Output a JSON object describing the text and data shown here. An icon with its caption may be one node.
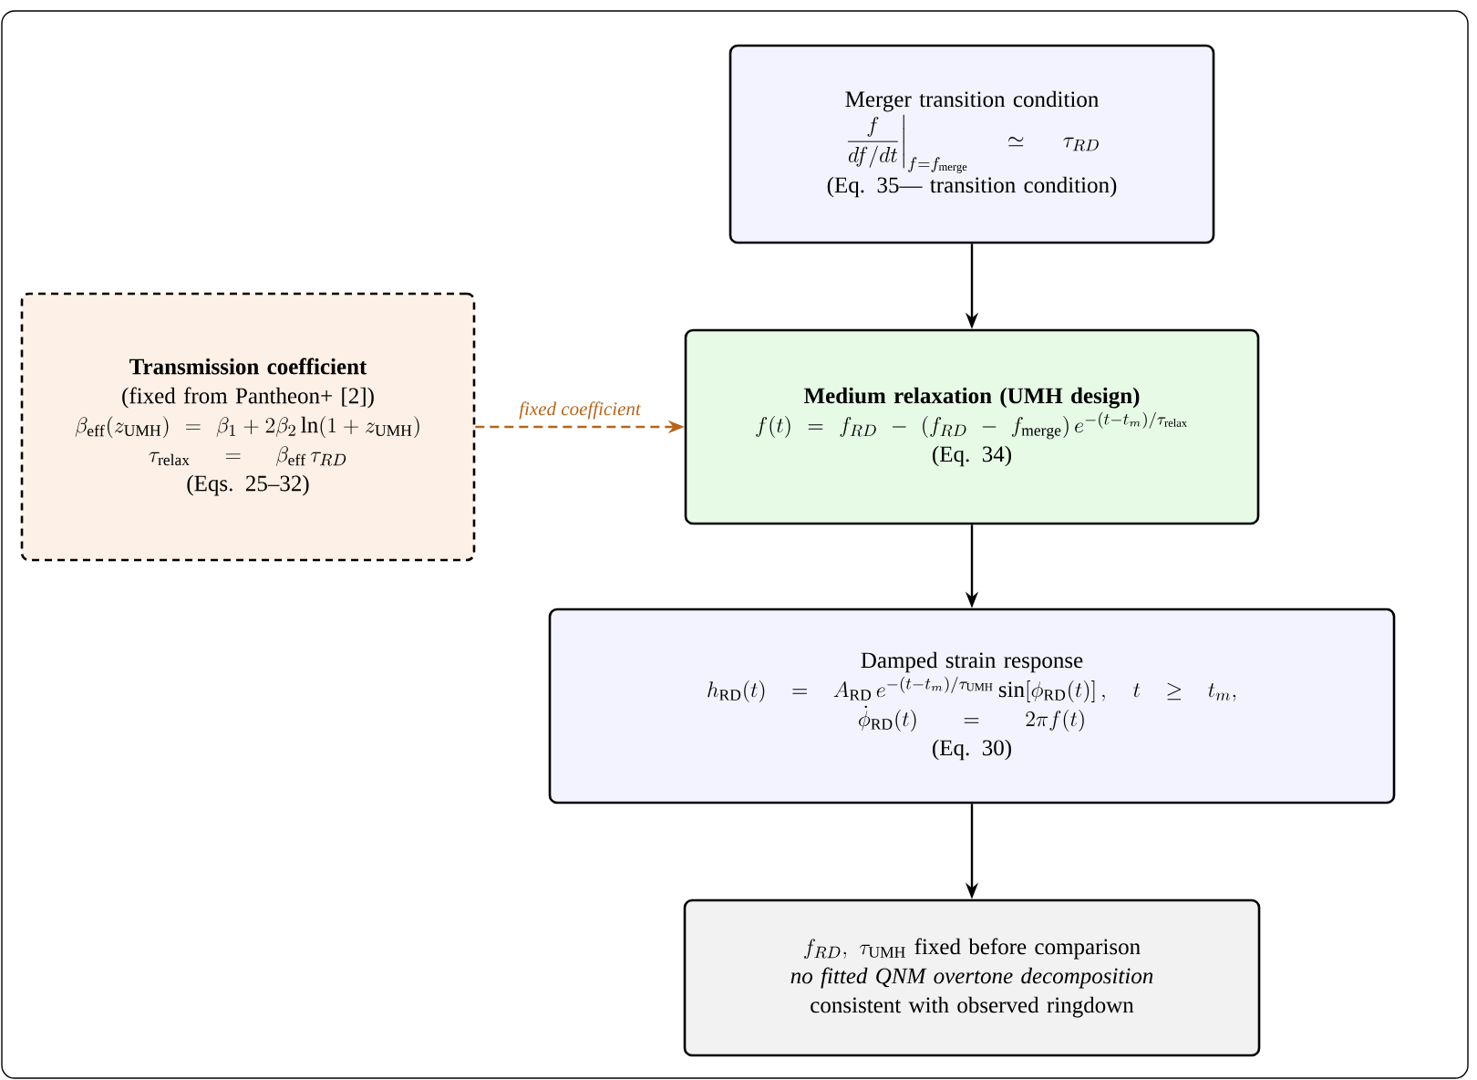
{
  "diagram": {
    "nodes": [
      {
        "text": [
          "Merger transition condition",
          "\\left.\\frac{f}{df/dt}\\right|_{f=f_{\\mathrm{merge}}} \\;\\simeq\\; \\tau_{RD}",
          "(Eq. 35— transition condition)"
        ]
      },
      {
        "text": [
          "Transmission coefficient",
          "(fixed from Pantheon+ [2])",
          "\\beta_{\\mathrm{eff}}(z_{\\mathrm{UMH}}) \\;=\\; \\beta_1 + 2\\beta_2 \\ln(1+z_{\\mathrm{UMH}})",
          "\\tau_{\\mathrm{relax}} \\;=\\; \\beta_{\\mathrm{eff}}\\, \\tau_{RD}",
          "(Eqs. 25–32)"
        ]
      },
      {
        "text": [
          "Medium relaxation (UMH design)",
          "f(t) \\;=\\; f_{RD} \\;-\\; (f_{RD} \\;-\\; f_{\\mathrm{merge}})\\, e^{-(t-t_m)/\\tau_{\\mathrm{relax}}}",
          "(Eq. 34)"
        ]
      },
      {
        "text": [
          "Damped strain response",
          "h_{\\mathrm{RD}}(t) = A_{\\mathrm{RD}}\\, e^{-(t-t_m)/\\tau_{\\mathrm{UMH}}} \\sin[\\phi_{\\mathrm{RD}}(t)]\\,, \\quad t \\ge t_m,",
          "\\dot{\\phi}_{\\mathrm{RD}}(t) = 2\\pi f(t)",
          "(Eq. 30)"
        ]
      },
      {
        "text": [
          "f_{RD},\\ \\tau_{\\mathrm{UMH}}\\ \\text{fixed before comparison}",
          "no fitted QNM overtone decomposition",
          "consistent with observed ringdown"
        ]
      }
    ],
    "edges": [
      {
        "from": 0,
        "to": 2,
        "arrow": "to"
      },
      {
        "from": 1,
        "to": 2,
        "arrow": "to",
        "label": "fixed coefficient",
        "style": "dashed",
        "color": "#b5651d"
      },
      {
        "from": 2,
        "to": 3,
        "arrow": "to"
      },
      {
        "from": 3,
        "to": 4,
        "arrow": "to"
      }
    ]
  }
}
